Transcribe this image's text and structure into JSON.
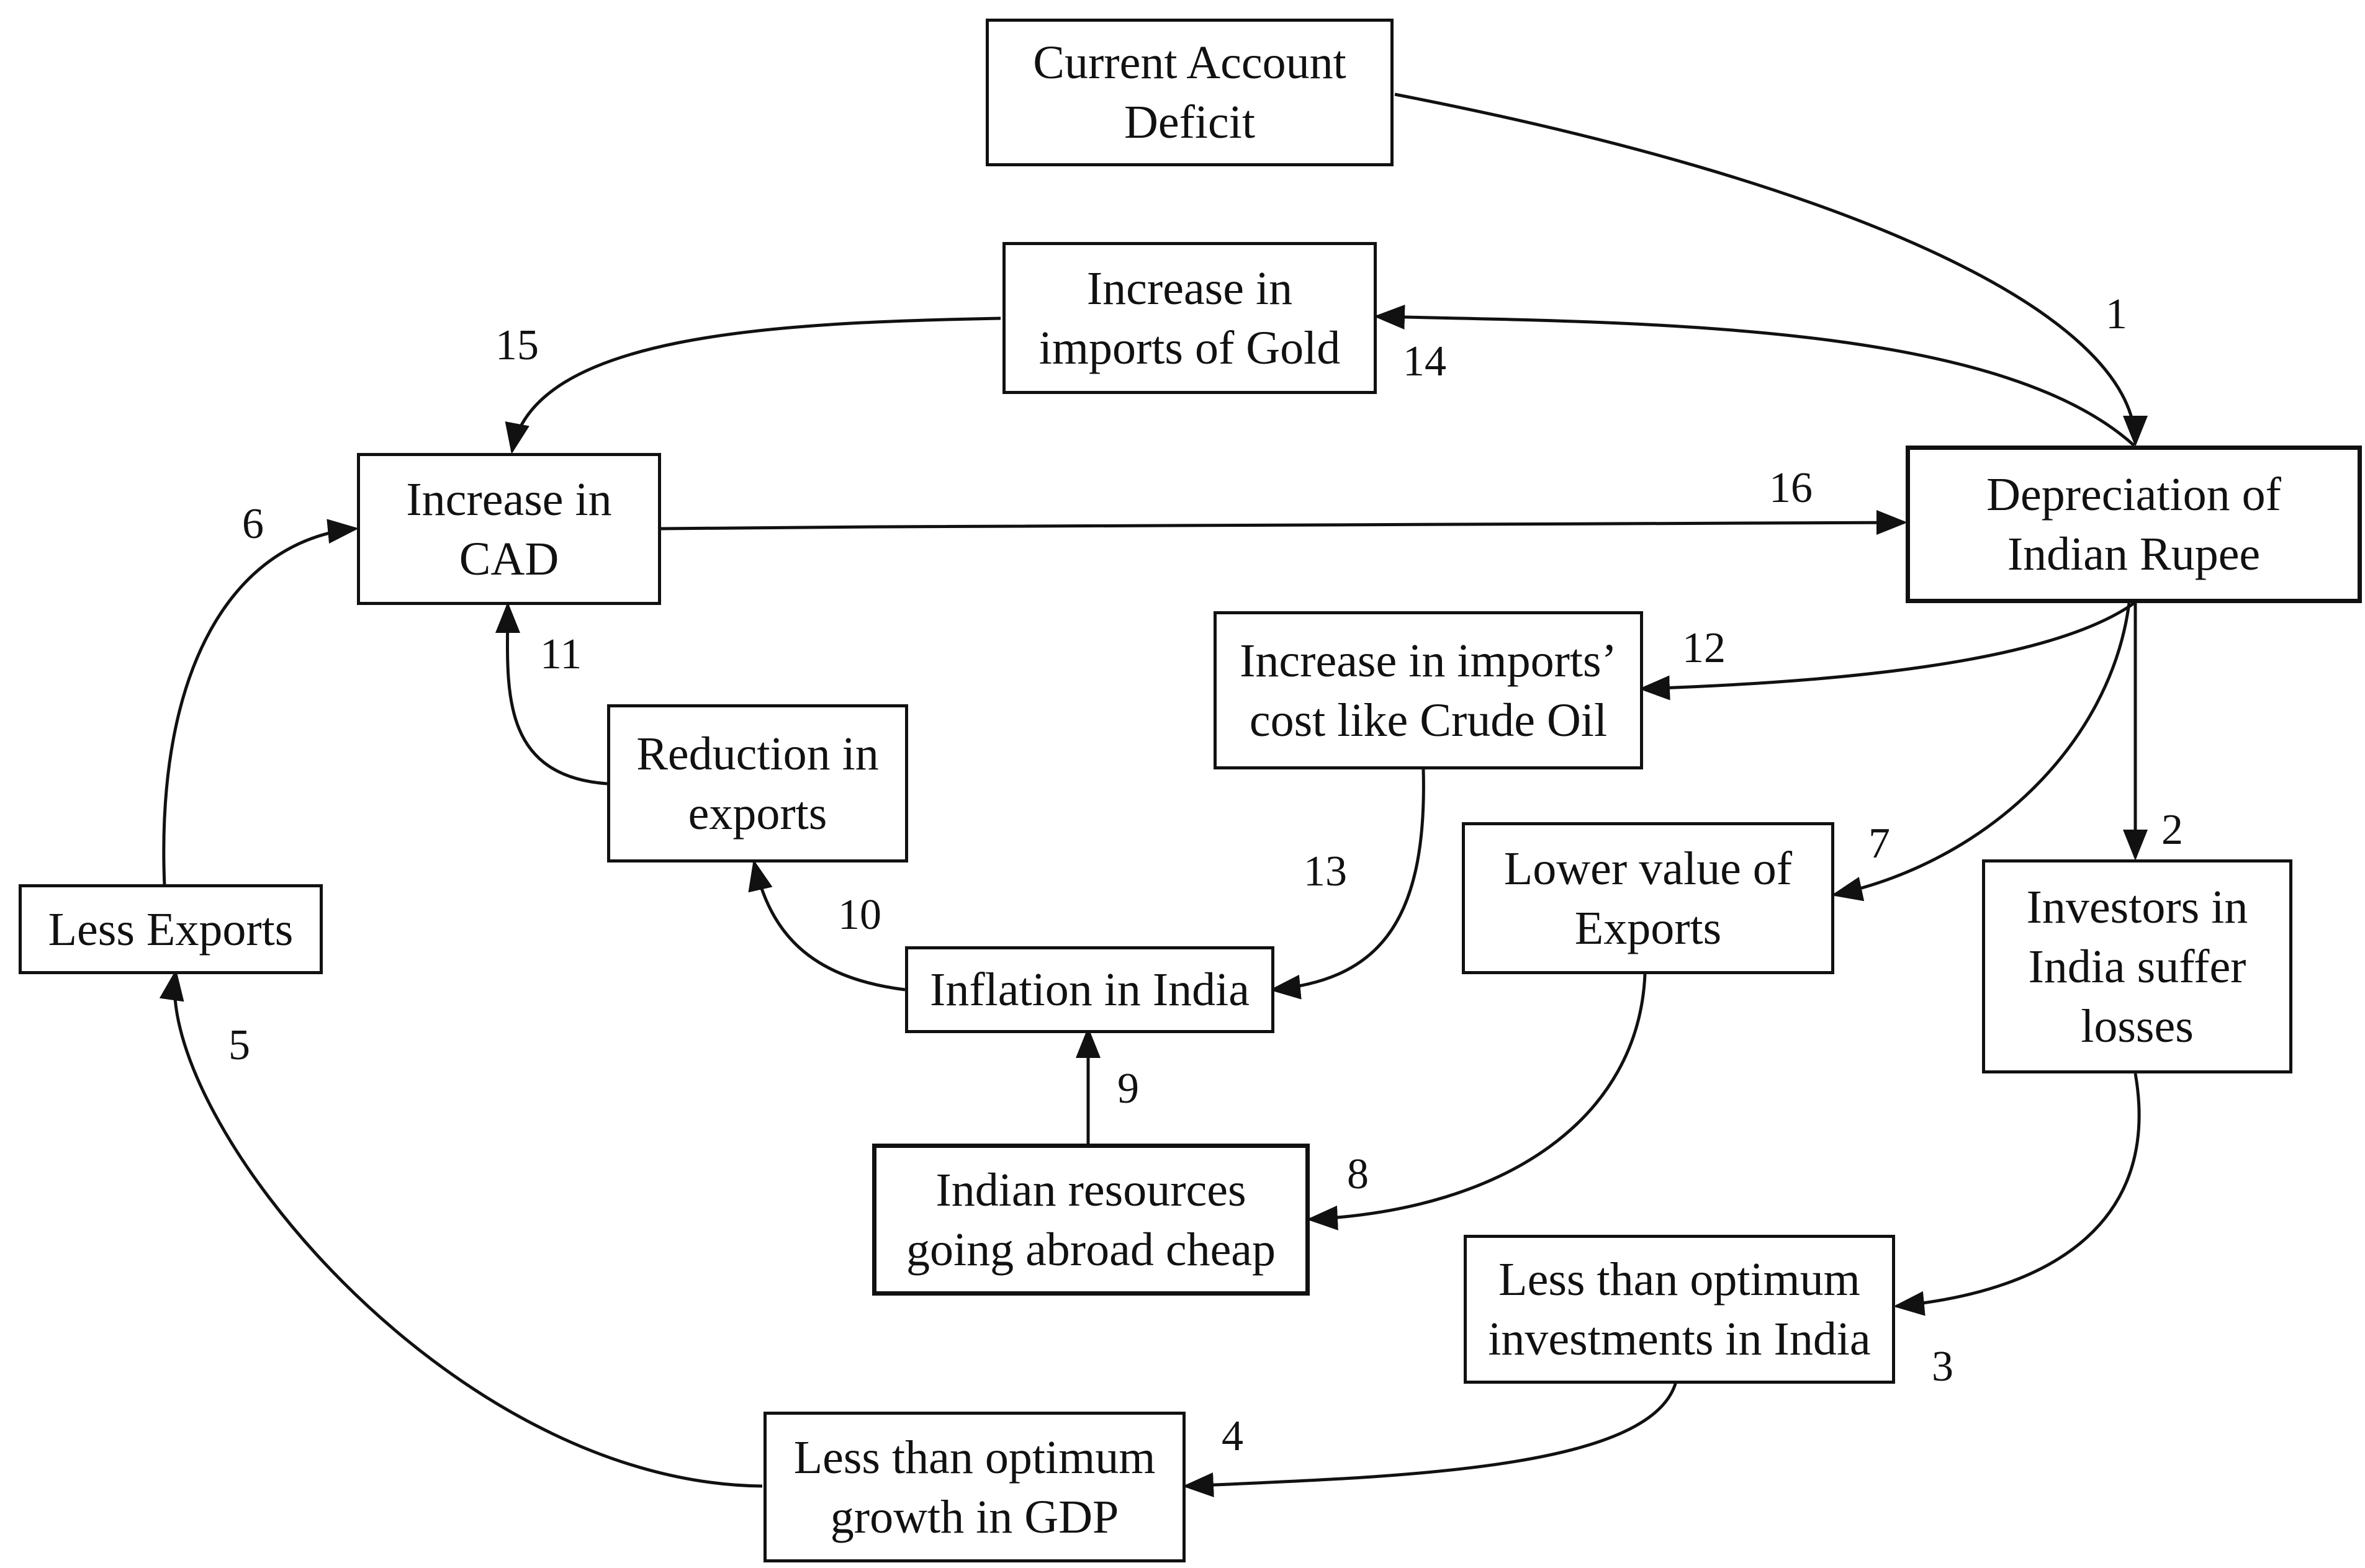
{
  "nodes": {
    "current_account_deficit": {
      "label": "Current Account\nDeficit"
    },
    "increase_imports_gold": {
      "label": "Increase in\nimports of Gold"
    },
    "increase_in_cad": {
      "label": "Increase in\nCAD"
    },
    "depreciation_rupee": {
      "label": "Depreciation of\nIndian Rupee"
    },
    "increase_imports_cost": {
      "label": "Increase in imports’\ncost like Crude Oil"
    },
    "reduction_in_exports": {
      "label": "Reduction in\nexports"
    },
    "less_exports": {
      "label": "Less Exports"
    },
    "lower_value_exports": {
      "label": "Lower value of\nExports"
    },
    "investors_losses": {
      "label": "Investors in\nIndia suffer\nlosses"
    },
    "inflation_india": {
      "label": "Inflation in India"
    },
    "indian_resources": {
      "label": "Indian resources\ngoing abroad cheap"
    },
    "less_optimum_investments": {
      "label": "Less than optimum\ninvestments in India"
    },
    "less_optimum_growth": {
      "label": "Less than optimum\ngrowth in GDP"
    }
  },
  "edges": [
    {
      "id": "1",
      "label": "1",
      "from": "current_account_deficit",
      "to": "depreciation_rupee"
    },
    {
      "id": "2",
      "label": "2",
      "from": "depreciation_rupee",
      "to": "investors_losses"
    },
    {
      "id": "3",
      "label": "3",
      "from": "investors_losses",
      "to": "less_optimum_investments"
    },
    {
      "id": "4",
      "label": "4",
      "from": "less_optimum_investments",
      "to": "less_optimum_growth"
    },
    {
      "id": "5",
      "label": "5",
      "from": "less_optimum_growth",
      "to": "less_exports"
    },
    {
      "id": "6",
      "label": "6",
      "from": "less_exports",
      "to": "increase_in_cad"
    },
    {
      "id": "7",
      "label": "7",
      "from": "depreciation_rupee",
      "to": "lower_value_exports"
    },
    {
      "id": "8",
      "label": "8",
      "from": "lower_value_exports",
      "to": "indian_resources"
    },
    {
      "id": "9",
      "label": "9",
      "from": "indian_resources",
      "to": "inflation_india"
    },
    {
      "id": "10",
      "label": "10",
      "from": "inflation_india",
      "to": "reduction_in_exports"
    },
    {
      "id": "11",
      "label": "11",
      "from": "reduction_in_exports",
      "to": "increase_in_cad"
    },
    {
      "id": "12",
      "label": "12",
      "from": "depreciation_rupee",
      "to": "increase_imports_cost"
    },
    {
      "id": "13",
      "label": "13",
      "from": "increase_imports_cost",
      "to": "inflation_india"
    },
    {
      "id": "14",
      "label": "14",
      "from": "depreciation_rupee",
      "to": "increase_imports_gold"
    },
    {
      "id": "15",
      "label": "15",
      "from": "increase_imports_gold",
      "to": "increase_in_cad"
    },
    {
      "id": "16",
      "label": "16",
      "from": "increase_in_cad",
      "to": "depreciation_rupee"
    }
  ]
}
